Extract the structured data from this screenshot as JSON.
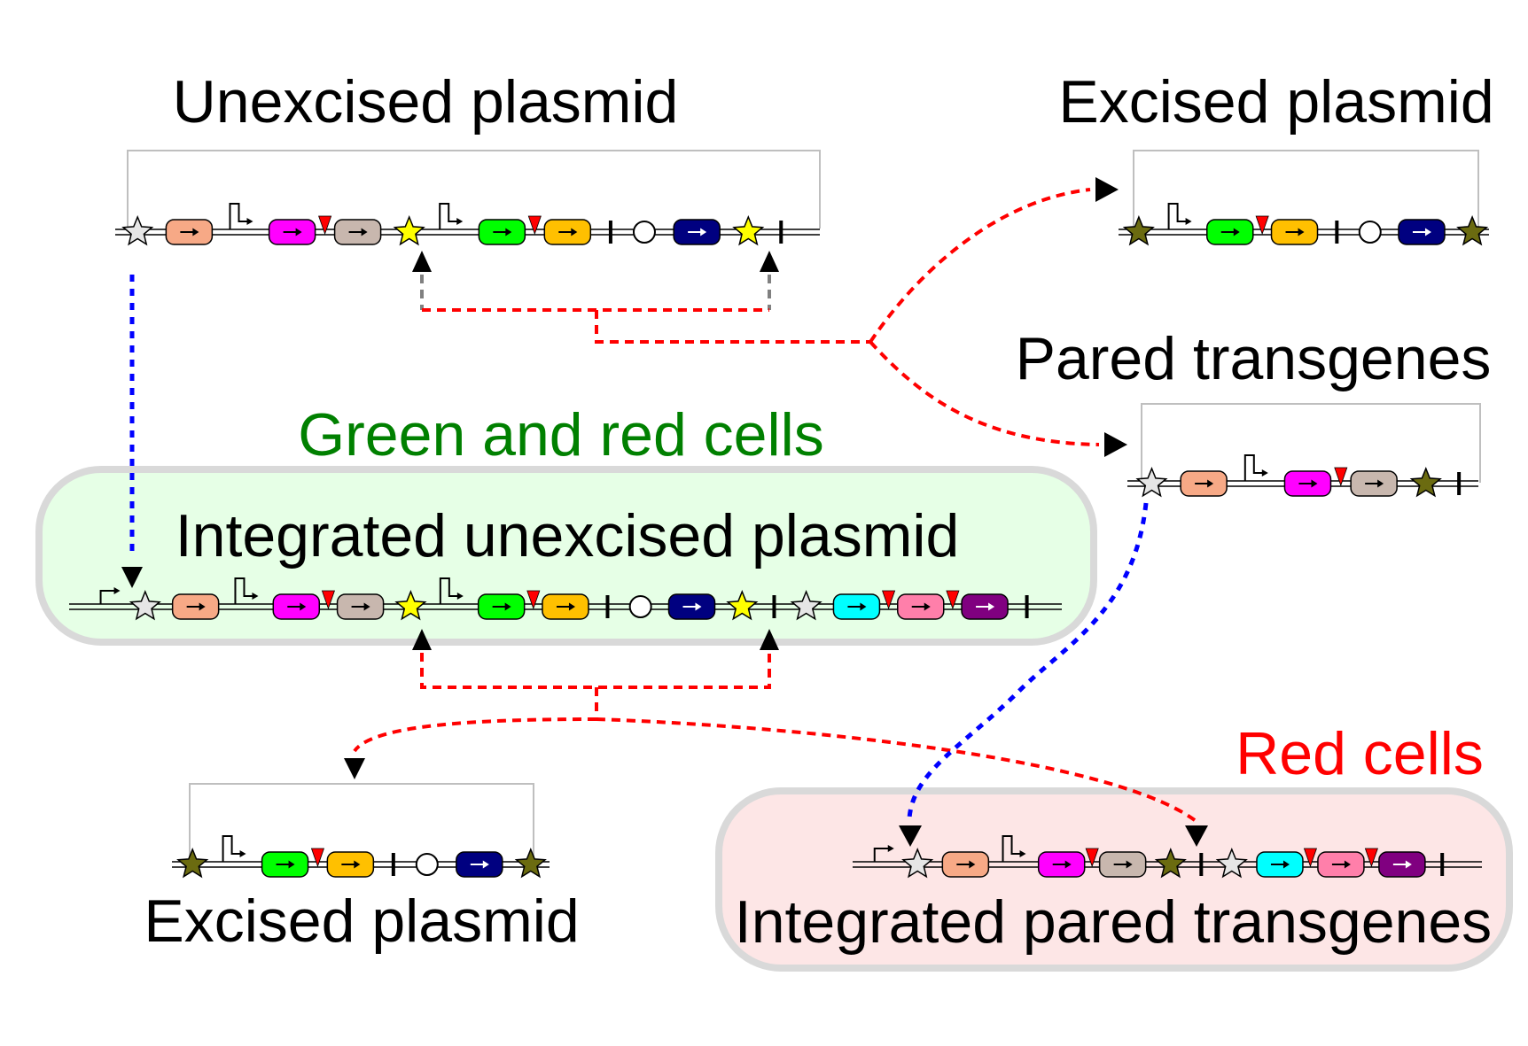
{
  "titles": {
    "unexcised": "Unexcised plasmid",
    "excised_top": "Excised plasmid",
    "pared": "Pared transgenes",
    "green_red": "Green and red cells",
    "integrated_unexcised": "Integrated unexcised plasmid",
    "excised_bottom": "Excised plasmid",
    "red_cells": "Red cells",
    "integrated_pared": "Integrated pared transgenes"
  },
  "colors": {
    "peach": "#f7a986",
    "magenta": "#ff00ff",
    "taupe": "#c8b7ae",
    "green": "#00ff00",
    "orange": "#ffc000",
    "navy": "#000080",
    "cyan": "#00ffff",
    "pink": "#ff7faa",
    "purple": "#800080",
    "star_white": "#e6e6e6",
    "star_yellow": "#ffff00",
    "star_olive": "#6b6b10",
    "lox_red": "#ff0000",
    "excision_arrow": "#ff0000",
    "integration_arrow": "#0000ff",
    "green_panel": "#e6ffe6",
    "red_panel": "#fde6e6",
    "panel_border": "#d9d9d9",
    "green_text": "#008000",
    "red_text": "#ff0000"
  },
  "constructs": {
    "unexcised": [
      {
        "t": "star",
        "c": "star_white"
      },
      {
        "t": "cds",
        "c": "peach"
      },
      {
        "t": "prom"
      },
      {
        "t": "cds",
        "c": "magenta"
      },
      {
        "t": "lox"
      },
      {
        "t": "cds",
        "c": "taupe"
      },
      {
        "t": "star",
        "c": "star_yellow"
      },
      {
        "t": "prom"
      },
      {
        "t": "cds",
        "c": "green"
      },
      {
        "t": "lox"
      },
      {
        "t": "cds",
        "c": "orange"
      },
      {
        "t": "term"
      },
      {
        "t": "ori"
      },
      {
        "t": "cds",
        "c": "navy",
        "w": true
      },
      {
        "t": "star",
        "c": "star_yellow"
      },
      {
        "t": "term"
      }
    ],
    "excised_top": [
      {
        "t": "star",
        "c": "star_olive"
      },
      {
        "t": "prom"
      },
      {
        "t": "cds",
        "c": "green"
      },
      {
        "t": "lox"
      },
      {
        "t": "cds",
        "c": "orange"
      },
      {
        "t": "term"
      },
      {
        "t": "ori"
      },
      {
        "t": "cds",
        "c": "navy",
        "w": true
      },
      {
        "t": "star",
        "c": "star_olive"
      }
    ],
    "pared": [
      {
        "t": "star",
        "c": "star_white"
      },
      {
        "t": "cds",
        "c": "peach"
      },
      {
        "t": "prom"
      },
      {
        "t": "cds",
        "c": "magenta"
      },
      {
        "t": "lox"
      },
      {
        "t": "cds",
        "c": "taupe"
      },
      {
        "t": "star",
        "c": "star_olive"
      },
      {
        "t": "term"
      }
    ],
    "integrated_unexcised": [
      {
        "t": "gprom"
      },
      {
        "t": "star",
        "c": "star_white"
      },
      {
        "t": "cds",
        "c": "peach"
      },
      {
        "t": "prom"
      },
      {
        "t": "cds",
        "c": "magenta"
      },
      {
        "t": "lox"
      },
      {
        "t": "cds",
        "c": "taupe"
      },
      {
        "t": "star",
        "c": "star_yellow"
      },
      {
        "t": "prom"
      },
      {
        "t": "cds",
        "c": "green"
      },
      {
        "t": "lox"
      },
      {
        "t": "cds",
        "c": "orange"
      },
      {
        "t": "term"
      },
      {
        "t": "ori"
      },
      {
        "t": "cds",
        "c": "navy",
        "w": true
      },
      {
        "t": "star",
        "c": "star_yellow"
      },
      {
        "t": "term"
      },
      {
        "t": "star",
        "c": "star_white"
      },
      {
        "t": "cds",
        "c": "cyan"
      },
      {
        "t": "lox"
      },
      {
        "t": "cds",
        "c": "pink"
      },
      {
        "t": "lox"
      },
      {
        "t": "cds",
        "c": "purple",
        "w": true
      },
      {
        "t": "term"
      }
    ],
    "excised_bottom": [
      {
        "t": "star",
        "c": "star_olive"
      },
      {
        "t": "prom"
      },
      {
        "t": "cds",
        "c": "green"
      },
      {
        "t": "lox"
      },
      {
        "t": "cds",
        "c": "orange"
      },
      {
        "t": "term"
      },
      {
        "t": "ori"
      },
      {
        "t": "cds",
        "c": "navy",
        "w": true
      },
      {
        "t": "star",
        "c": "star_olive"
      }
    ],
    "integrated_pared": [
      {
        "t": "gprom"
      },
      {
        "t": "star",
        "c": "star_white"
      },
      {
        "t": "cds",
        "c": "peach"
      },
      {
        "t": "prom"
      },
      {
        "t": "cds",
        "c": "magenta"
      },
      {
        "t": "lox"
      },
      {
        "t": "cds",
        "c": "taupe"
      },
      {
        "t": "star",
        "c": "star_olive"
      },
      {
        "t": "term"
      },
      {
        "t": "star",
        "c": "star_white"
      },
      {
        "t": "cds",
        "c": "cyan"
      },
      {
        "t": "lox"
      },
      {
        "t": "cds",
        "c": "pink"
      },
      {
        "t": "lox"
      },
      {
        "t": "cds",
        "c": "purple",
        "w": true
      },
      {
        "t": "term"
      }
    ]
  }
}
